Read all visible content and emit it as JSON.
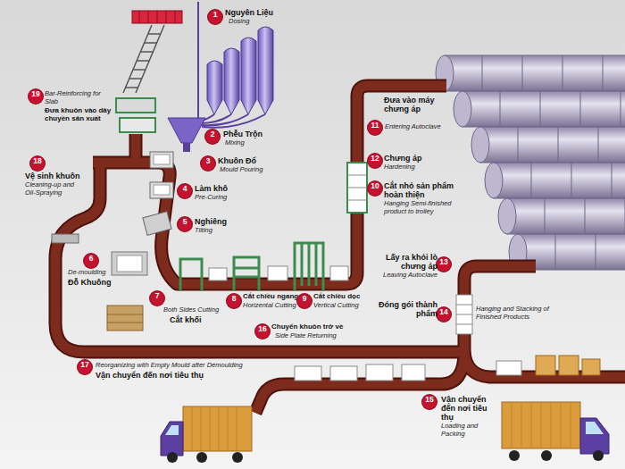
{
  "diagram": {
    "nodes": [
      {
        "text": [
          "1",
          "Nguyên Liệu",
          "Dosing"
        ]
      },
      {
        "text": [
          "2",
          "Phễu Trộn",
          "Mixing"
        ]
      },
      {
        "text": [
          "3",
          "Khuôn Đổ",
          "Mould Pouring"
        ]
      },
      {
        "text": [
          "4",
          "Làm khô",
          "Pre-Curing"
        ]
      },
      {
        "text": [
          "5",
          "Nghiêng",
          "Tilting"
        ]
      },
      {
        "text": [
          "6",
          "De-moulding",
          "Đỗ Khuông"
        ]
      },
      {
        "text": [
          "7",
          "Both Sides Cutting",
          "Cắt khối"
        ]
      },
      {
        "text": [
          "8",
          "Cắt chiều ngang",
          "Horizental Cutting"
        ]
      },
      {
        "text": [
          "9",
          "Cắt chiều dọc",
          "Vertical Cutting"
        ]
      },
      {
        "text": [
          "10",
          "Cắt nhỏ sản phẩm hoàn thiện",
          "Hanging Semi-finished product to trolley"
        ]
      },
      {
        "text": [
          "11",
          "Đưa vào máy chưng áp",
          "Entering Autoclave"
        ]
      },
      {
        "text": [
          "12",
          "Chưng áp",
          "Hardening"
        ]
      },
      {
        "text": [
          "13",
          "Lấy ra khỏi lò chưng áp",
          "Leaving Autoclave"
        ]
      },
      {
        "text": [
          "14",
          "Đóng gói thành phẩm",
          "Hanging and Stacking of Finished Products"
        ]
      },
      {
        "text": [
          "15",
          "Vận chuyển đến nơi tiêu thụ",
          "Loading and Packing"
        ]
      },
      {
        "text": [
          "16",
          "Chuyển khuôn trở về",
          "Side Plate Returning"
        ]
      },
      {
        "text": [
          "17",
          "Reorganizing with Empty Mould after Demoulding",
          "Vận chuyển đến nơi tiêu thụ"
        ]
      },
      {
        "text": [
          "18",
          "Vệ sinh khuôn",
          "Cleaning-up and Oil-Spraying"
        ]
      },
      {
        "text": [
          "19",
          "Bar-Reinforcing for Slab",
          "Đưa khuôn vào dây chuyền sản xuất"
        ]
      }
    ]
  }
}
